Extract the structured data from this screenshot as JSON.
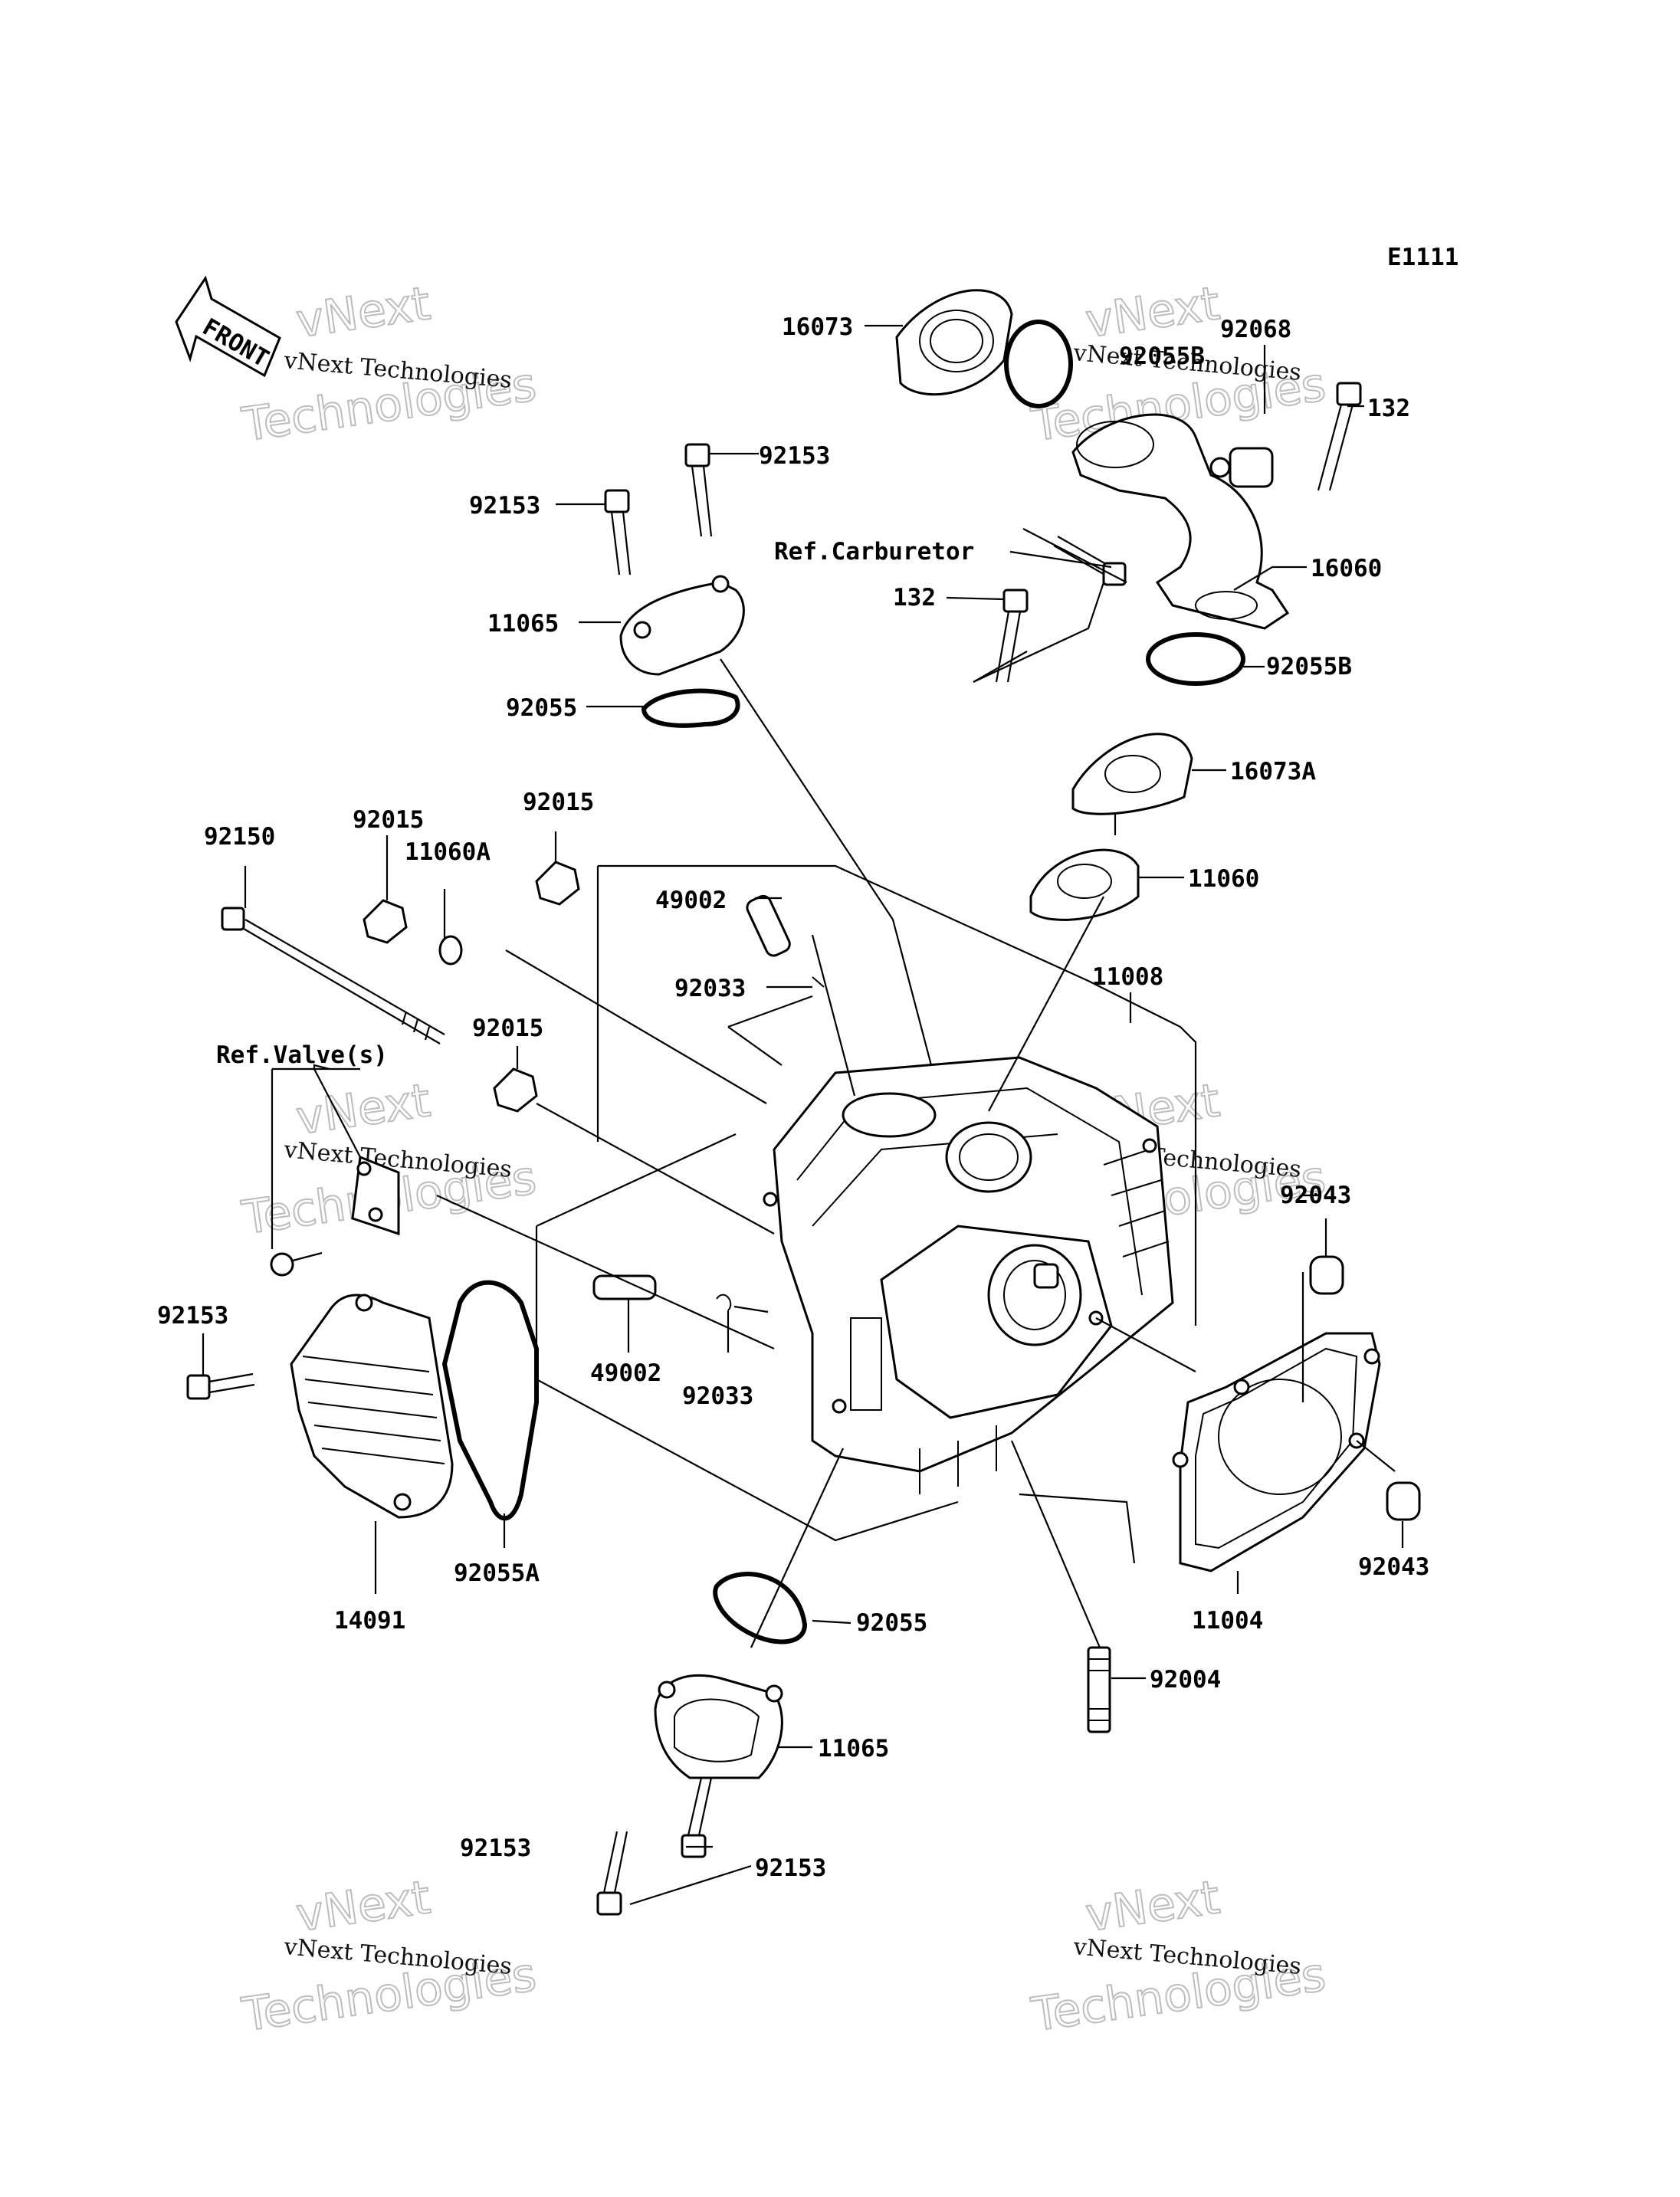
{
  "diagram_code": "E1111",
  "front_label": "FRONT",
  "watermark": {
    "line1": "vNext Technologies",
    "line2": "Technologies",
    "line3": "vNext"
  },
  "labels": {
    "p16073": "16073",
    "p92068": "92068",
    "p92055B_top": "92055B",
    "p132_top": "132",
    "p92153_a": "92153",
    "p92153_b": "92153",
    "ref_carburetor": "Ref.Carburetor",
    "p16060": "16060",
    "p11065_top": "11065",
    "p132_mid": "132",
    "p92055B_mid": "92055B",
    "p92055_top": "92055",
    "p16073A": "16073A",
    "p92150": "92150",
    "p92015_a": "92015",
    "p11060A": "11060A",
    "p92015_b": "92015",
    "p11060": "11060",
    "p49002_top": "49002",
    "p92033_top": "92033",
    "p11008": "11008",
    "p92015_c": "92015",
    "ref_valves": "Ref.Valve(s)",
    "p92043_top": "92043",
    "p92153_left": "92153",
    "p49002_bot": "49002",
    "p92033_bot": "92033",
    "p92055A": "92055A",
    "p14091": "14091",
    "p11004": "11004",
    "p92043_bot": "92043",
    "p92055_bot": "92055",
    "p92004": "92004",
    "p11065_bot": "11065",
    "p92153_c": "92153",
    "p92153_d": "92153"
  }
}
